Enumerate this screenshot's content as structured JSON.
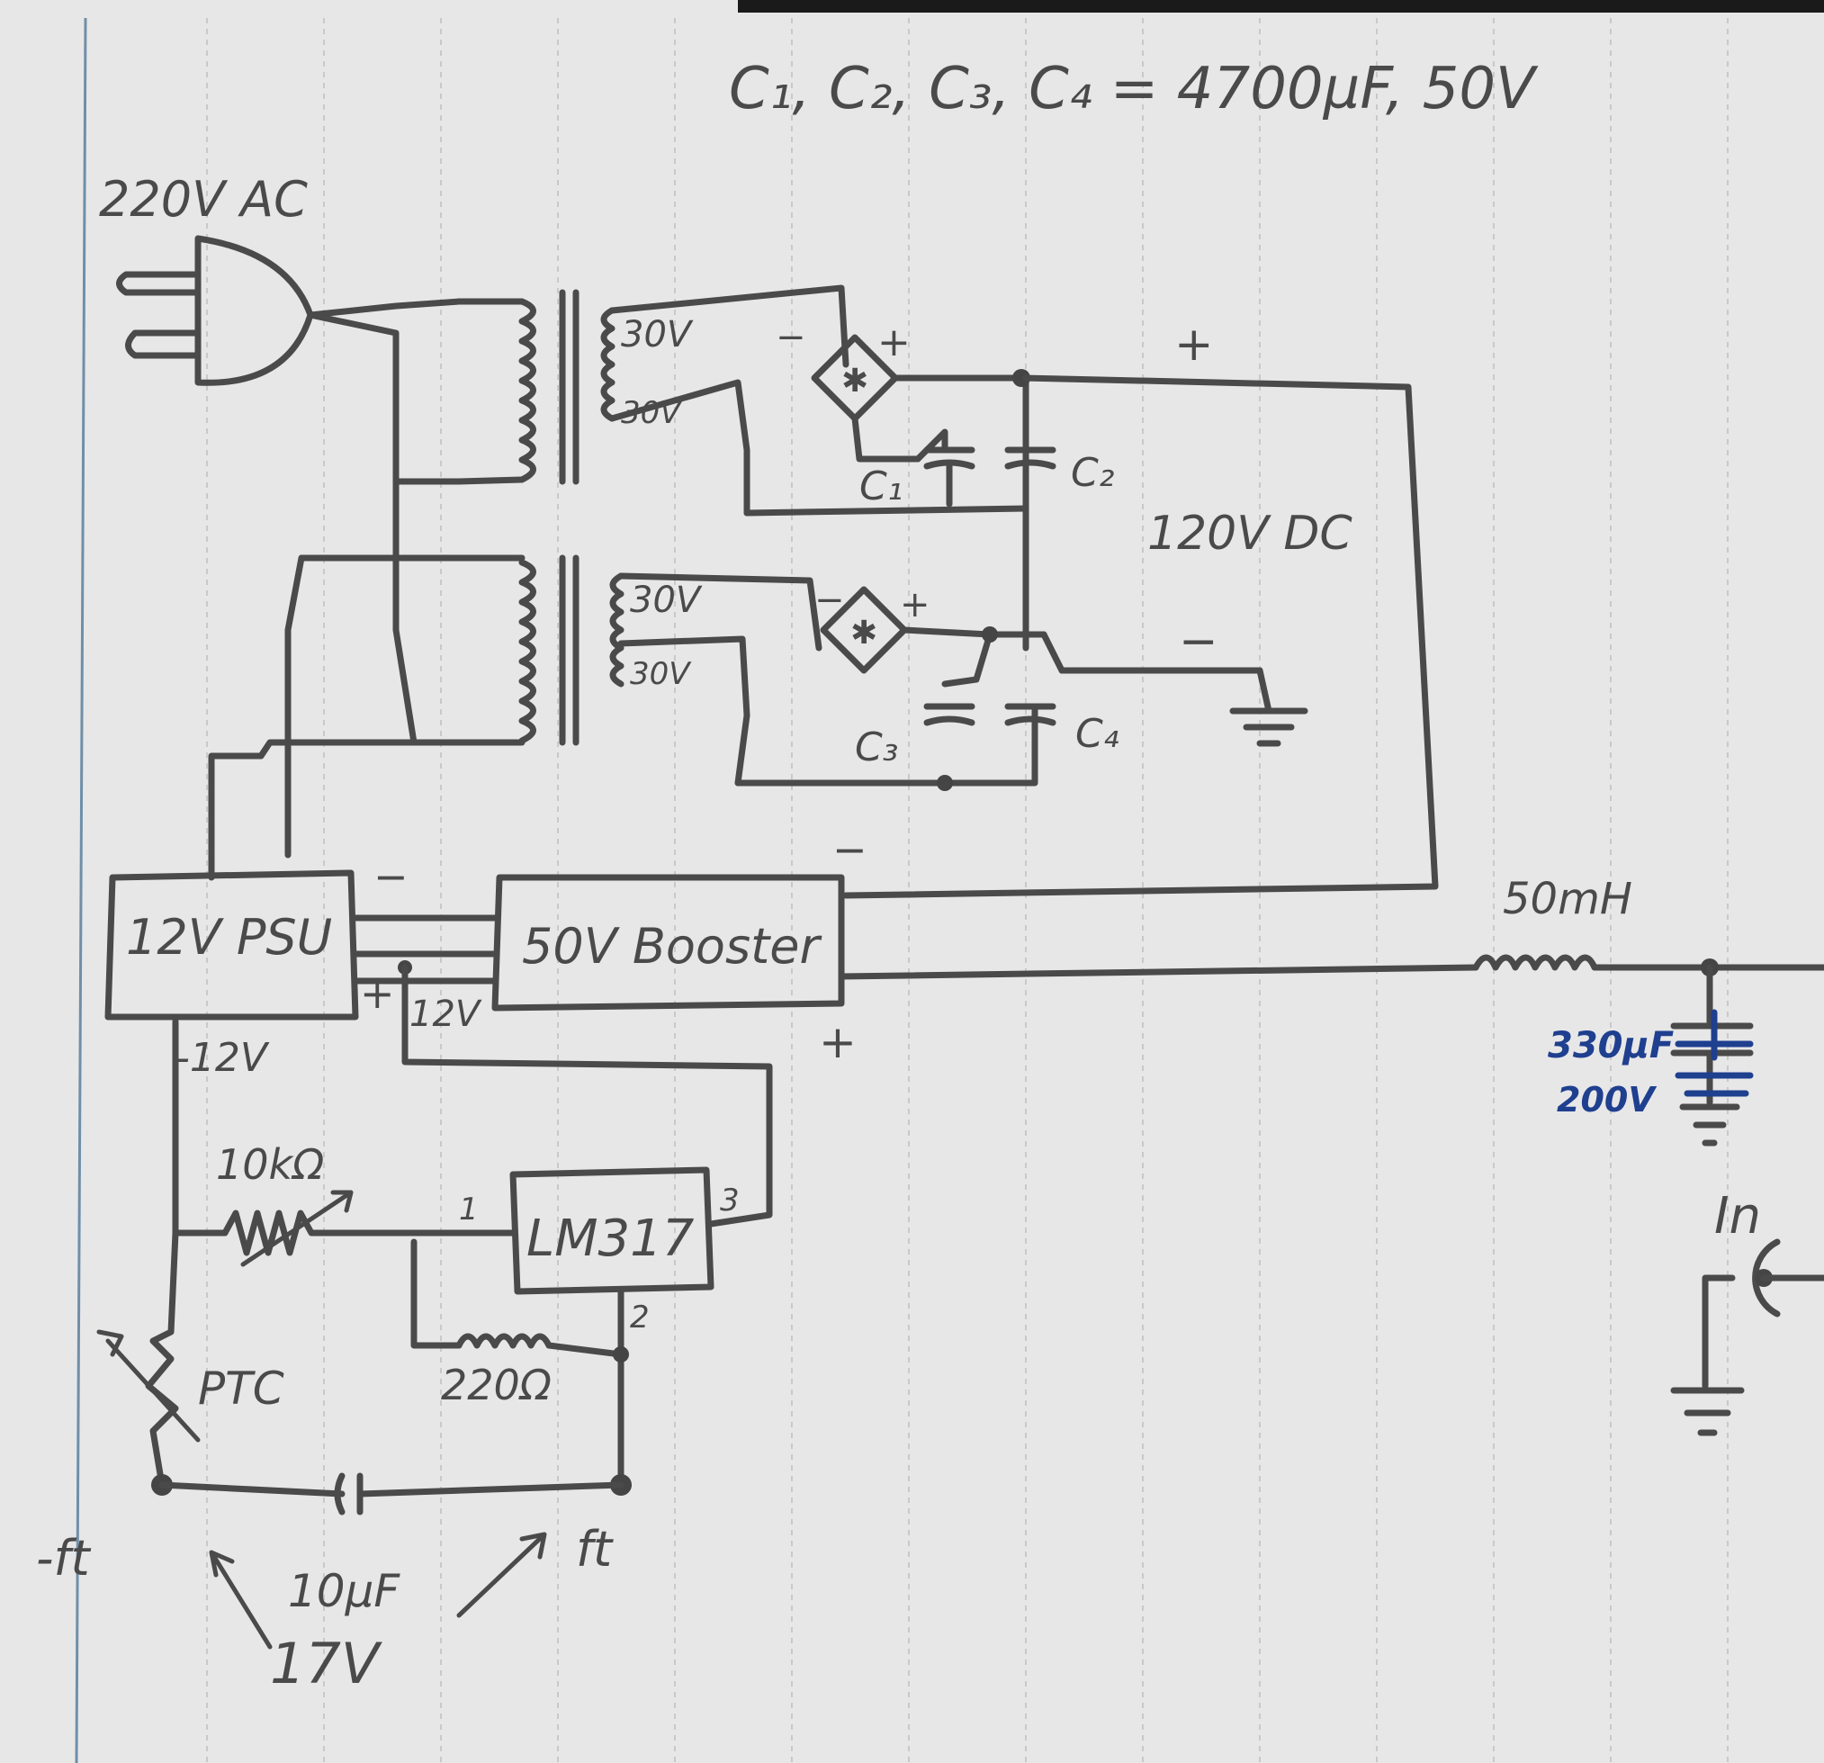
{
  "labels": {
    "cap_note": "C₁, C₂, C₃, C₄ = 4700µF, 50V",
    "mains": "220V AC",
    "sec1a": "30V",
    "sec1b": "30V",
    "sec2a": "30V",
    "sec2b": "30V",
    "c1": "C₁",
    "c2": "C₂",
    "c3": "C₃",
    "c4": "C₄",
    "dc_out": "120V DC",
    "plus_top": "+",
    "minus_mid": "−",
    "rect1_minus": "−",
    "rect1_plus": "+",
    "rect2_minus": "−",
    "rect2_plus": "+",
    "psu": "12V PSU",
    "booster": "50V Booster",
    "booster_minus": "−",
    "booster_plus": "+",
    "psu_minus": "−",
    "psu_plus": "+",
    "v12": "12V",
    "vneg12": "-12V",
    "inductor": "50mH",
    "cap_out_value": "330µF",
    "cap_out_voltage": "200V",
    "input": "In",
    "pot": "10kΩ",
    "regulator": "LM317",
    "pin1": "1",
    "pin2": "2",
    "pin3": "3",
    "r220": "220Ω",
    "ptc": "PTC",
    "cap10": "10µF",
    "v17": "17V",
    "ft_left": "-ft",
    "ft_right": "ft"
  },
  "colors": {
    "ink": "#4a4a4a",
    "blue_ink": "#1f3f8f",
    "paper": "#e7e7e8"
  }
}
